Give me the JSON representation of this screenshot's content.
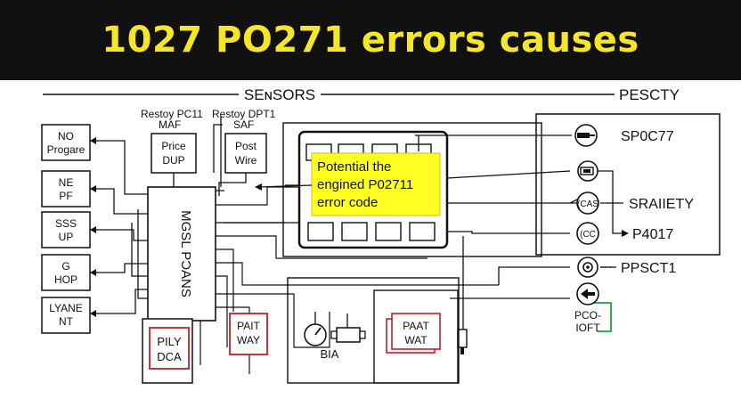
{
  "title": "1027 PO271 errors causes",
  "colors": {
    "banner_bg": "#111111",
    "title_text": "#f5e62a",
    "callout_fill": "#ffff22",
    "red_box": "#c0202a",
    "green_wire": "#22a040"
  },
  "sections": {
    "sensors": "SEɴSORS",
    "right": "PESCTY"
  },
  "left_boxes": [
    {
      "line1": "NO",
      "line2": "Progare"
    },
    {
      "line1": "NE",
      "line2": "PF"
    },
    {
      "line1": "SSS",
      "line2": "UP"
    },
    {
      "line1": "G",
      "line2": "HOP"
    },
    {
      "line1": "LYANE",
      "line2": "NT"
    }
  ],
  "top_labels": {
    "left_line1": "Restoy PC11",
    "left_line2": "MAF",
    "right_line1": "Restoy DPT1",
    "right_line2": "SAF"
  },
  "top_boxes": [
    {
      "line1": "Price",
      "line2": "DUP"
    },
    {
      "line1": "Post",
      "line2": "Wire"
    }
  ],
  "module_label": "MGSL PƆANS",
  "callout": {
    "line1": "Potential the",
    "line2": "engined P02711",
    "line3": "error code"
  },
  "right_items": [
    {
      "icon": "plug-icon",
      "label": "SP0C77"
    },
    {
      "icon": "connector-icon",
      "label": ""
    },
    {
      "icon": "cas-icon",
      "symbol": "(СAS",
      "label": "SRAIIETY"
    },
    {
      "icon": "coil-icon",
      "symbol": "(СС",
      "label": "P4017"
    },
    {
      "icon": "gear-icon",
      "label": "PPSCT1"
    },
    {
      "icon": "arrow-left-icon",
      "label": ""
    }
  ],
  "pco_label": {
    "line1": "PCO-",
    "line2": "IOFT"
  },
  "bottom_boxes": {
    "ply": {
      "line1": "PILY",
      "line2": "DCA"
    },
    "pait": {
      "line1": "PAIT",
      "line2": "WAY"
    },
    "bia": "BIA",
    "paat": {
      "line1": "PAAT",
      "line2": "WAT"
    }
  }
}
